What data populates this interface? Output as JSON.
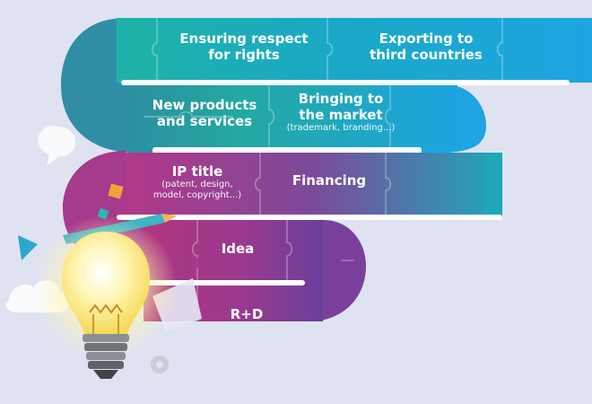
{
  "colors": {
    "background": "#dfe3f1",
    "teal": "#1fb6a8",
    "blue": "#1ea6e0",
    "magenta": "#a23c8e",
    "purple": "#6c3f9e",
    "bulb_glow": "#fff4a8"
  },
  "steps": [
    {
      "id": "rights",
      "line1": "Ensuring respect",
      "line2": "for rights"
    },
    {
      "id": "export",
      "line1": "Exporting to",
      "line2": "third countries"
    },
    {
      "id": "products",
      "line1": "New products",
      "line2": "and services"
    },
    {
      "id": "market",
      "line1": "Bringing to",
      "line2": "the market",
      "note": "(trademark, branding...)"
    },
    {
      "id": "ip",
      "line1": "IP title",
      "note1": "(patent, design,",
      "note2": "model, copyright...)"
    },
    {
      "id": "financing",
      "line1": "Financing"
    },
    {
      "id": "idea",
      "line1": "Idea"
    },
    {
      "id": "rd",
      "line1": "R+D"
    }
  ]
}
